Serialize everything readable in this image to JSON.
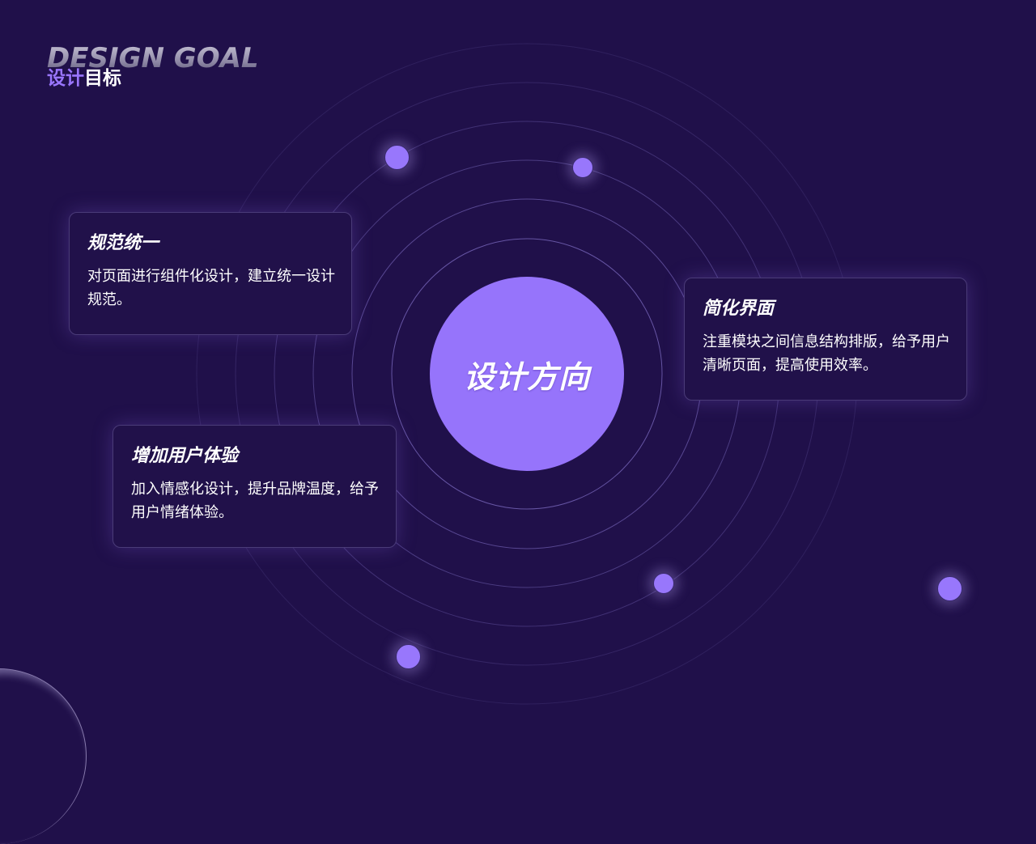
{
  "header": {
    "title_en": "DESIGN GOAL",
    "title_cn_accent": "设计",
    "title_cn_plain": "目标"
  },
  "center": {
    "label": "设计方向",
    "color": "#9674fb"
  },
  "cards": [
    {
      "title": "规范统一",
      "desc": "对页面进行组件化设计，建立统一设计规范。"
    },
    {
      "title": "简化界面",
      "desc": "注重模块之间信息结构排版，给予用户清晰页面，提高使用效率。"
    },
    {
      "title": "增加用户体验",
      "desc": "加入情感化设计，提升品牌温度，给予用户情绪体验。"
    }
  ],
  "colors": {
    "background": "#20104a",
    "accent": "#9a76ff",
    "card_bg": "#21114a",
    "card_border": "#4a3b78",
    "dot": "#9877fc"
  }
}
